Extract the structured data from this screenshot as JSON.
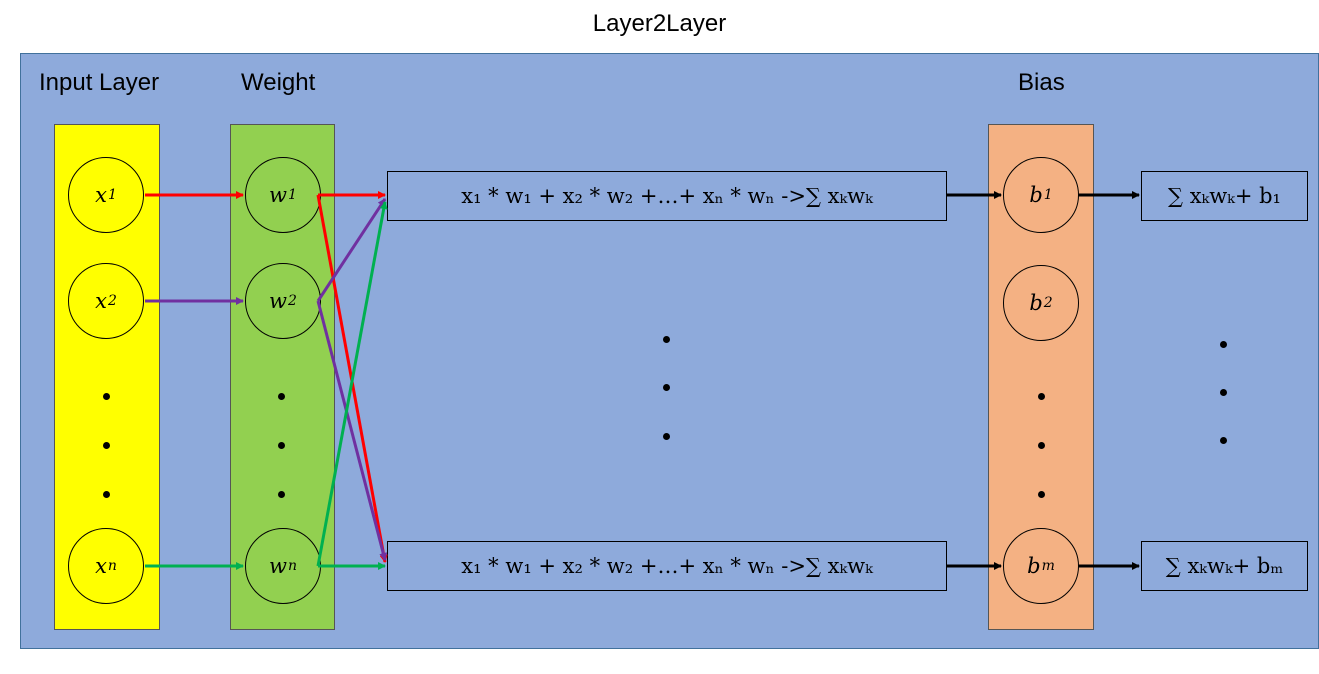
{
  "title": "Layer2Layer",
  "headers": {
    "input": "Input Layer",
    "weight": "Weight",
    "bias": "Bias"
  },
  "nodes": {
    "x1": {
      "base": "x",
      "sub": "1"
    },
    "x2": {
      "base": "x",
      "sub": "2"
    },
    "xn": {
      "base": "x",
      "sub": "n"
    },
    "w1": {
      "base": "w",
      "sub": "1"
    },
    "w2": {
      "base": "w",
      "sub": "2"
    },
    "wn": {
      "base": "w",
      "sub": "n"
    },
    "b1": {
      "base": "b",
      "sub": "1"
    },
    "b2": {
      "base": "b",
      "sub": "2"
    },
    "bm": {
      "base": "b",
      "sub": "m"
    }
  },
  "equation": "x₁ * w₁ + x₂ * w₂ +…+ xₙ * wₙ ->∑ xₖwₖ",
  "outputs": {
    "top": "∑ xₖwₖ+ b₁",
    "bottom": "∑ xₖwₖ+ bₘ"
  },
  "colors": {
    "background_panel": "#8eaadb",
    "input_column": "#ffff00",
    "weight_column": "#92d050",
    "bias_column": "#f4b183",
    "arrow_x1": "#ff0000",
    "arrow_x2": "#7030a0",
    "arrow_xn": "#00b050",
    "arrow_out": "#000000"
  }
}
